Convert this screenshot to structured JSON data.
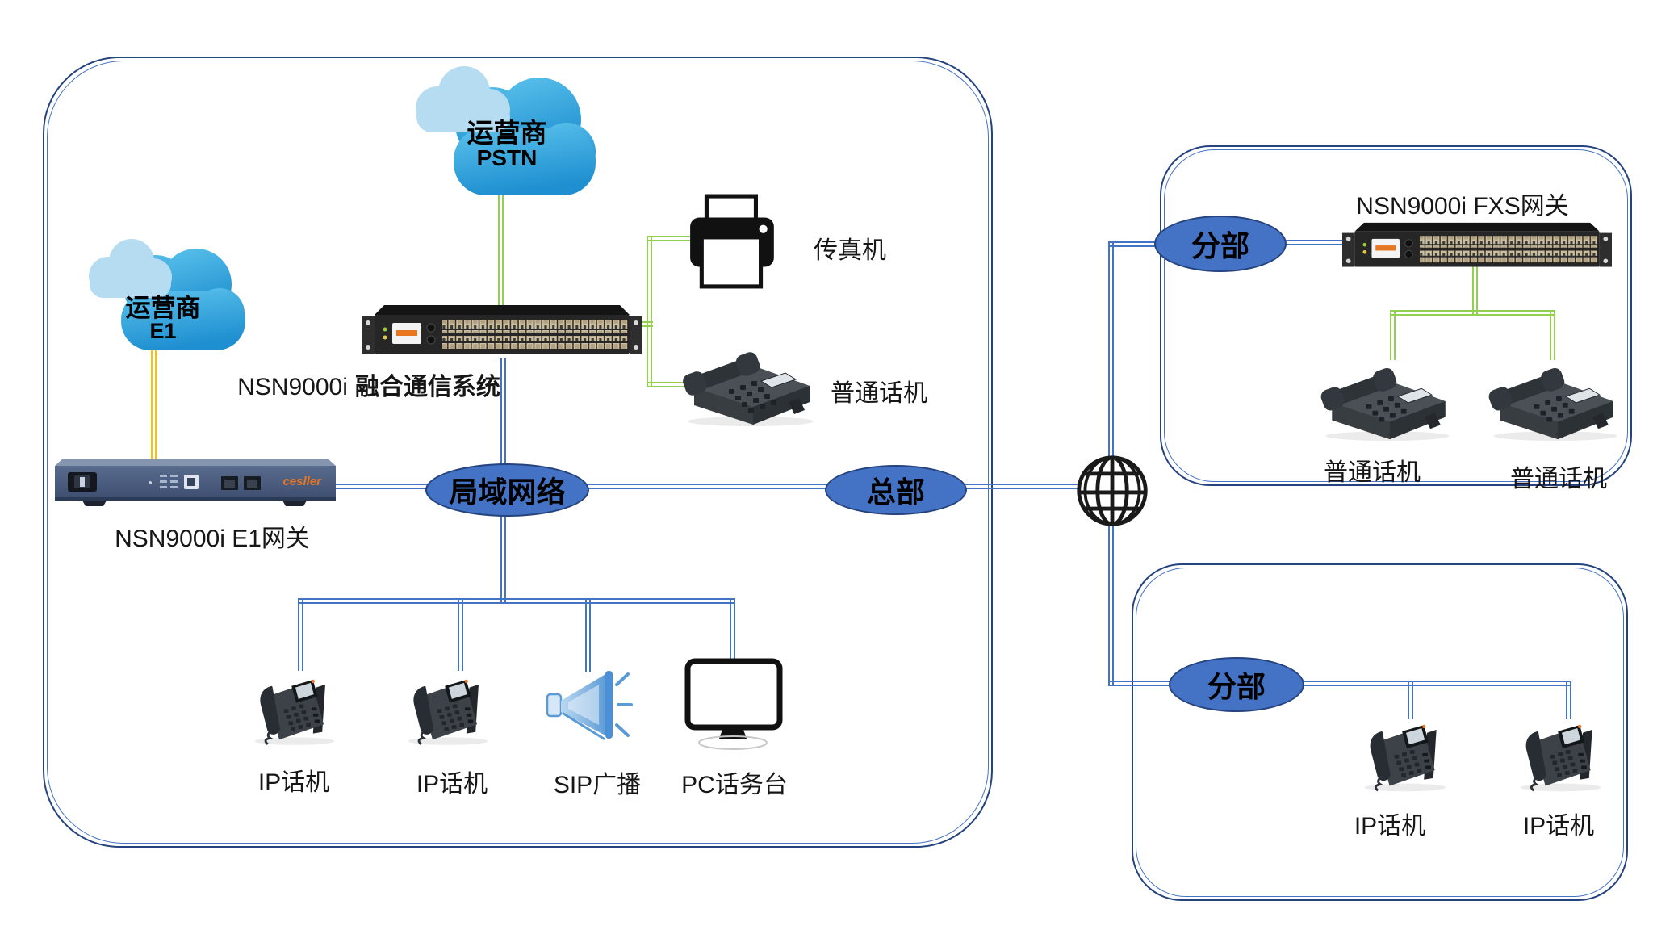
{
  "colors": {
    "connector_blue": "#4472C4",
    "connector_green": "#92D050",
    "connector_yellow": "#FFC000",
    "ellipse_fill": "#4472C4",
    "ellipse_border": "#24437F",
    "cloud_main_top": "#54BFEA",
    "cloud_main_bottom": "#1E8FD0",
    "cloud_small": "#B5DCF0",
    "brand_orange": "#E87722"
  },
  "hq": {
    "pstn_cloud_line1": "运营商",
    "pstn_cloud_line2": "PSTN",
    "e1_cloud_line1": "运营商",
    "e1_cloud_line2": "E1",
    "main_system_label_model": "NSN9000i",
    "main_system_label_name": "融合通信系统",
    "fax_label": "传真机",
    "analog_phone_label": "普通话机",
    "e1_gateway_label": "NSN9000i E1网关",
    "lan_label": "局域网络",
    "hq_label": "总部",
    "ip_phone_1_label": "IP话机",
    "ip_phone_2_label": "IP话机",
    "sip_broadcast_label": "SIP广播",
    "pc_console_label": "PC话务台"
  },
  "branch_top": {
    "name_label": "分部",
    "gateway_label": "NSN9000i FXS网关",
    "phone_1_label": "普通话机",
    "phone_2_label": "普通话机"
  },
  "branch_bottom": {
    "name_label": "分部",
    "ip_phone_1_label": "IP话机",
    "ip_phone_2_label": "IP话机"
  },
  "brand_logo": "cesller"
}
